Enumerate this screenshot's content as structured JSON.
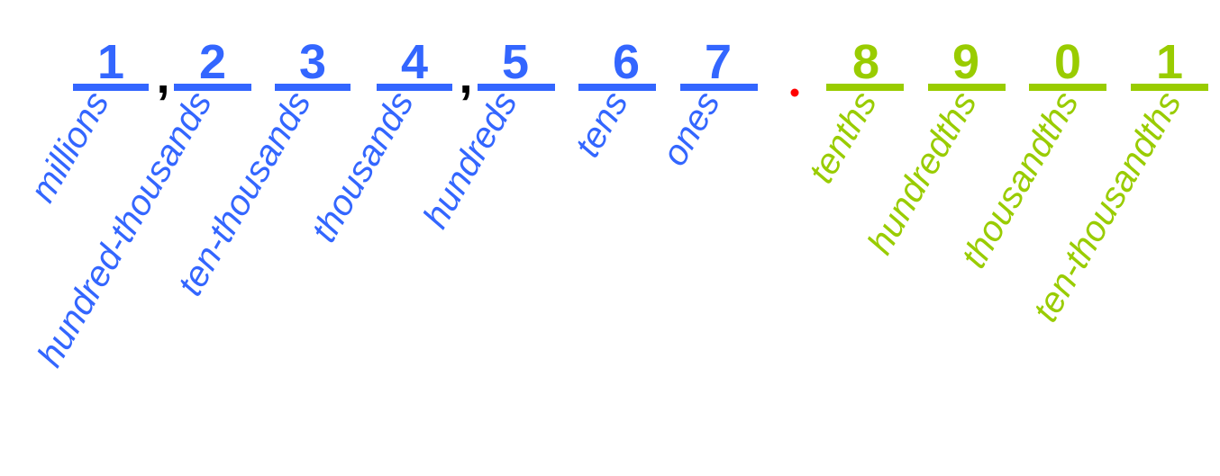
{
  "colors": {
    "whole": "#3366ff",
    "decimal": "#99cc00",
    "separator": "#000000",
    "point": "#ff0000"
  },
  "whole_places": [
    {
      "digit": "1",
      "label": "millions"
    },
    {
      "digit": "2",
      "label": "hundred-thousands"
    },
    {
      "digit": "3",
      "label": "ten-thousands"
    },
    {
      "digit": "4",
      "label": "thousands"
    },
    {
      "digit": "5",
      "label": "hundreds"
    },
    {
      "digit": "6",
      "label": "tens"
    },
    {
      "digit": "7",
      "label": "ones"
    }
  ],
  "decimal_places": [
    {
      "digit": "8",
      "label": "tenths"
    },
    {
      "digit": "9",
      "label": "hundredths"
    },
    {
      "digit": "0",
      "label": "thousandths"
    },
    {
      "digit": "1",
      "label": "ten-thousandths"
    }
  ],
  "separators": {
    "thousands_comma": ",",
    "decimal_point": "."
  }
}
